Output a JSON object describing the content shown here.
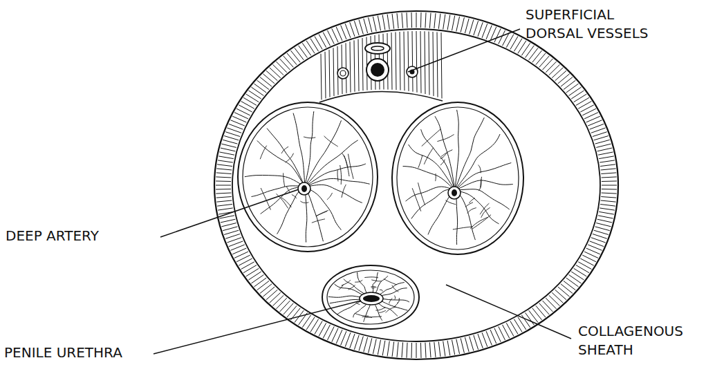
{
  "diagram": {
    "labels": [
      "SUPERFICIAL DORSAL VESSELS",
      "DEEP ARTERY",
      "PENILE URETHRA",
      "COLLAGENOUS SHEATH"
    ]
  }
}
